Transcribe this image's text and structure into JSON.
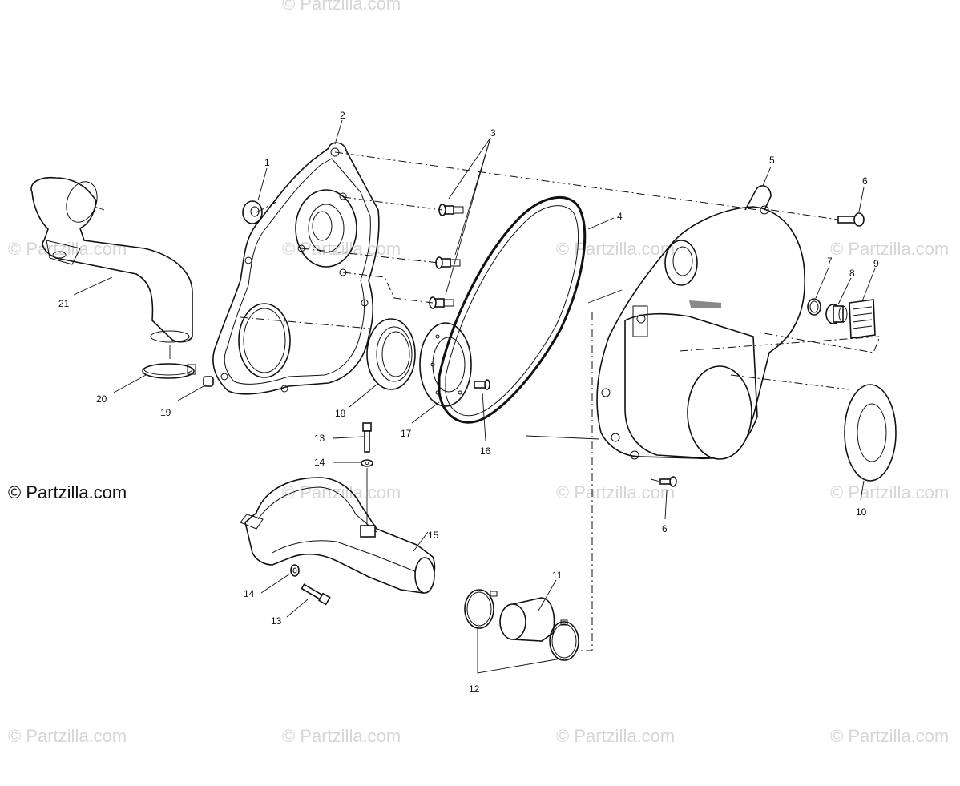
{
  "brand": {
    "text": "© Partzilla.com"
  },
  "watermarks": [
    "© Partzilla.com",
    "© Partzilla.com",
    "© Partzilla.com",
    "© Partzilla.com",
    "© Partzilla.com",
    "© Partzilla.com",
    "© Partzilla.com",
    "© Partzilla.com",
    "© Partzilla.com",
    "© Partzilla.com",
    "© Partzilla.com",
    "© Partzilla.com"
  ],
  "callouts": {
    "c1": "1",
    "c2": "2",
    "c3": "3",
    "c4": "4",
    "c5": "5",
    "c6a": "6",
    "c6b": "6",
    "c7": "7",
    "c8": "8",
    "c9": "9",
    "c10": "10",
    "c11": "11",
    "c12": "12",
    "c13a": "13",
    "c13b": "13",
    "c14a": "14",
    "c14b": "14",
    "c15": "15",
    "c16": "16",
    "c17": "17",
    "c18": "18",
    "c19": "19",
    "c20": "20",
    "c21": "21"
  }
}
